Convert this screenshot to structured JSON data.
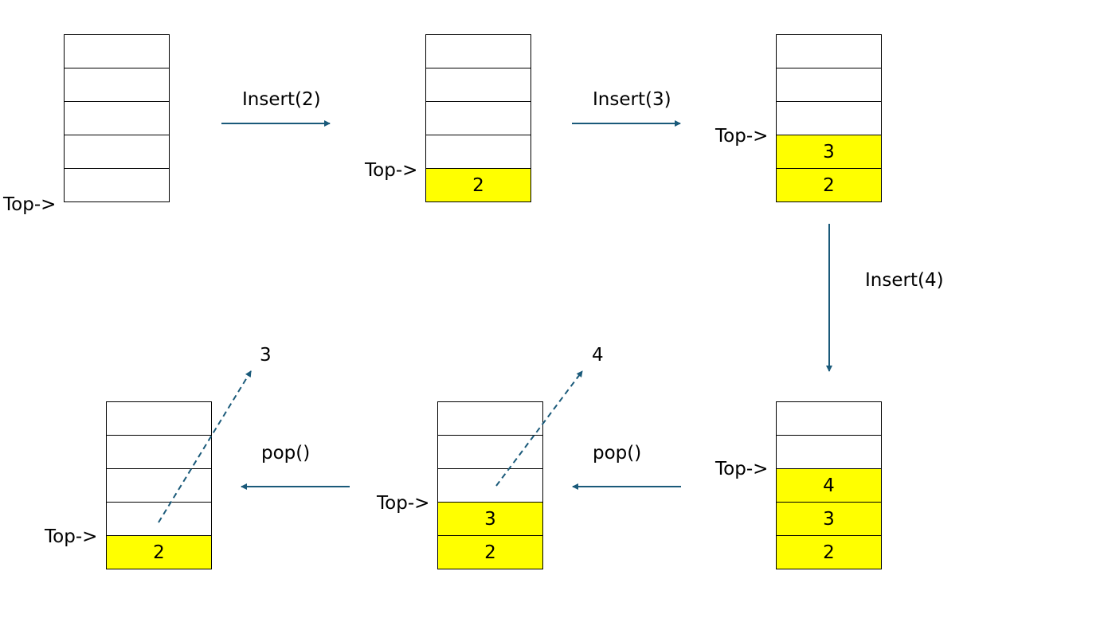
{
  "top_marker": "Top->",
  "stacks": [
    {
      "id": "initial",
      "cells": [
        "",
        "",
        "",
        "",
        ""
      ]
    },
    {
      "id": "after-insert-2",
      "cells": [
        "",
        "",
        "",
        "",
        "2"
      ]
    },
    {
      "id": "after-insert-3",
      "cells": [
        "",
        "",
        "",
        "3",
        "2"
      ]
    },
    {
      "id": "after-insert-4",
      "cells": [
        "",
        "",
        "4",
        "3",
        "2"
      ]
    },
    {
      "id": "after-pop-4",
      "cells": [
        "",
        "",
        "",
        "3",
        "2"
      ]
    },
    {
      "id": "after-pop-3",
      "cells": [
        "",
        "",
        "",
        "",
        "2"
      ]
    }
  ],
  "operations": {
    "insert_2": "Insert(2)",
    "insert_3": "Insert(3)",
    "insert_4": "Insert(4)",
    "pop_1": "pop()",
    "pop_2": "pop()"
  },
  "popped": {
    "first": "4",
    "second": "3"
  },
  "colors": {
    "filled_cell": "#ffff00",
    "arrow": "#1a5a7a",
    "border": "#000000"
  }
}
